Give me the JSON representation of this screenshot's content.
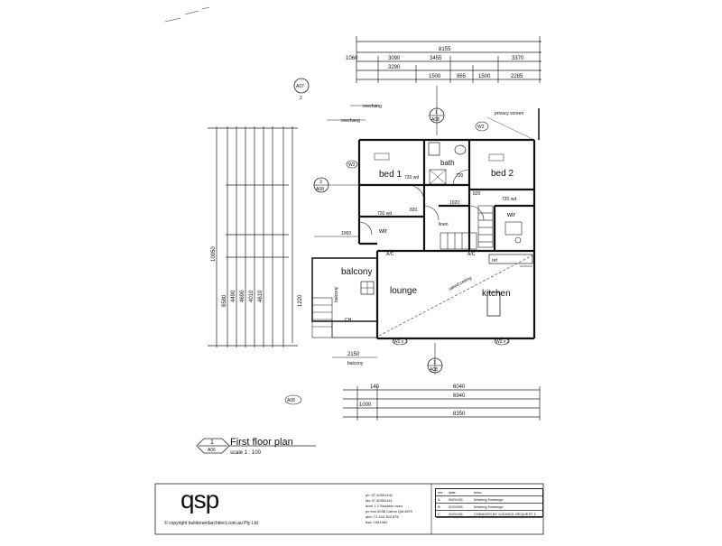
{
  "rooms": {
    "bed1": "bed 1",
    "bath": "bath",
    "bed2": "bed 2",
    "wir1": "wir",
    "wir2": "wir",
    "linen": "linen",
    "balcony": "balcony",
    "lounge": "lounge",
    "kitchen": "kitchen",
    "balcony_lower": "balcony"
  },
  "labels": {
    "privacy_screen": "privacy screen",
    "overhang1": "overhang",
    "overhang2": "overhang",
    "raked_ceiling": "raked ceiling",
    "ref": "ref",
    "ac1": "A/C",
    "ac2": "A/C",
    "ch": "CH",
    "w2a": "W2",
    "w2x3": "W2 x 3",
    "w2x2": "W2 x 2",
    "w3": "W3"
  },
  "dimensions": {
    "top_overall": "8155",
    "top_row2_a": "1060",
    "top_row2_b": "3090",
    "top_row2_c": "3455",
    "top_row2_d": "3370",
    "top_row3_a": "3290",
    "top_row3_b": "1500",
    "top_row3_c": "865",
    "top_row3_d": "1500",
    "top_row3_e": "2285",
    "left_overall": "10050",
    "left_a": "6580",
    "left_b": "4490",
    "left_c": "4690",
    "left_d": "4010",
    "left_e": "4610",
    "bottom_a": "6040",
    "bottom_b": "6940",
    "bottom_c": "8350",
    "bottom_d": "1000",
    "bottom_e": "140",
    "balcony_dim": "2150",
    "balcony_side": "1220",
    "wardrobe_a": "720 wd",
    "wardrobe_b": "720 wd",
    "wardrobe_c": "720 wd",
    "door_a": "820",
    "door_b": "820",
    "door_c": "720",
    "linen_w": "1020",
    "side_1060": "1060"
  },
  "markers": {
    "top_ref": "A07",
    "top_ref_num": "2",
    "sec1_num": "1",
    "sec1_ref": "A08",
    "sec3_num": "3",
    "sec3_ref": "A08",
    "w3_tag": "W3",
    "bot_num": "1",
    "bot_ref": "A08",
    "bot_ref2": "A08"
  },
  "title_block": {
    "plan_num": "1",
    "plan_ref": "A06",
    "plan_title": "First floor plan",
    "plan_scale": "scale 1 : 100",
    "logo": "qsp",
    "company": "© copyright builderandarchitect.com.au Pty Ltd",
    "contact": [
      "ph: 07 40391441",
      "fax 07 40391441",
      "level 1 2 Stockton road",
      "po box 5038 Cairns Qld 4870",
      "abn: 71 104 302 876",
      "bsa: 1081962"
    ],
    "revisions": [
      {
        "rev": "A",
        "date": "05/01/06",
        "desc": "Working Drawings"
      },
      {
        "rev": "B",
        "date": "02/02/06",
        "desc": "Working Drawings"
      },
      {
        "rev": "C",
        "date": "20/01/06",
        "desc": "CHANGES BY COUNCIL REQUEST 1"
      }
    ],
    "rev_header": {
      "rev": "rev",
      "date": "date",
      "desc": "desc"
    }
  },
  "accent": "#111111"
}
